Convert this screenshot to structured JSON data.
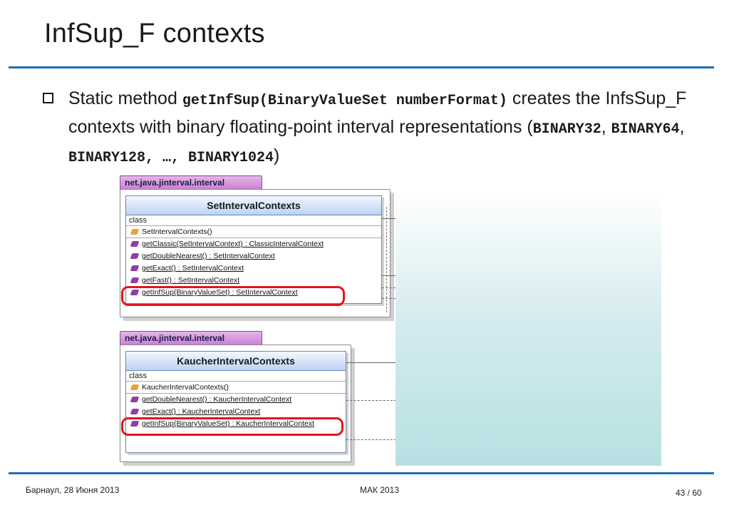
{
  "slide": {
    "title": "InfSup_F contexts",
    "bullet": {
      "p1": "Static method ",
      "code1": "getInfSup(BinaryValueSet numberFormat)",
      "p2": " creates the InfsSup_F contexts with binary floating-point interval representations (",
      "c1": "BINARY32",
      "sep1": ", ",
      "c2": "BINARY64",
      "sep2": ", ",
      "c3": "BINARY128, …, BINARY1024",
      "p3": ")"
    }
  },
  "diagram": {
    "set_package": {
      "package": "net.java.jinterval.interval",
      "class_name": "SetIntervalContexts",
      "stereotype": "class",
      "constructor": "SetIntervalContexts()",
      "methods": [
        "getClassic(SetIntervalContext) : ClassicIntervalContext",
        "getDoubleNearest() : SetIntervalContext",
        "getExact() : SetIntervalContext",
        "getFast() : SetIntervalContext",
        "getInfSup(BinaryValueSet) : SetIntervalContext"
      ]
    },
    "kaucher_package": {
      "package": "net.java.jinterval.interval",
      "class_name": "KaucherIntervalContexts",
      "stereotype": "class",
      "constructor": "KaucherIntervalContexts()",
      "methods": [
        "getDoubleNearest() : KaucherIntervalContext",
        "getExact() : KaucherIntervalContext",
        "getInfSup(BinaryValueSet) : KaucherIntervalContext"
      ]
    }
  },
  "footer": {
    "left": "Барнаул, 28 Июня 2013",
    "center": "МАК 2013",
    "page": "43 / 60"
  },
  "colors": {
    "accent_rule": "#1f6fb5",
    "highlight": "#e4141e",
    "package_tab": "#c87fd0",
    "class_header": "#bcd3f2"
  }
}
